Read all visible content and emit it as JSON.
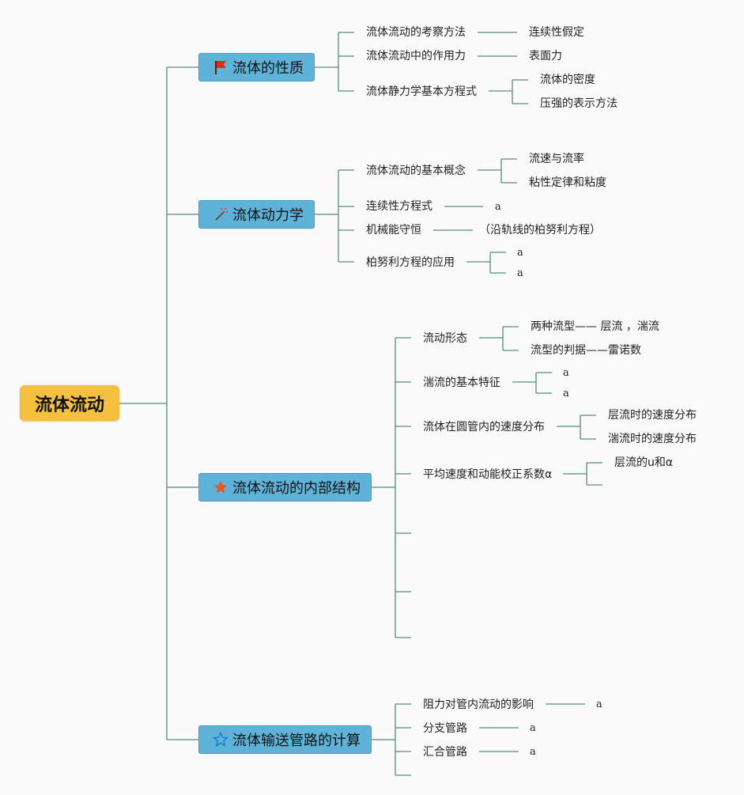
{
  "root": {
    "label": "流体流动"
  },
  "branches": [
    {
      "label": "流体的性质",
      "icon": "red-flag-icon",
      "children": [
        {
          "label": "流体流动的考察方法",
          "leaves": [
            "连续性假定"
          ]
        },
        {
          "label": "流体流动中的作用力",
          "leaves": [
            "表面力"
          ]
        },
        {
          "label": "流体静力学基本方程式",
          "leaves": [
            "流体的密度",
            "压强的表示方法"
          ]
        }
      ]
    },
    {
      "label": "流体动力学",
      "icon": "magic-wand-icon",
      "children": [
        {
          "label": "流体流动的基本概念",
          "leaves": [
            "流速与流率",
            "粘性定律和粘度"
          ]
        },
        {
          "label": "连续性方程式",
          "leaves": [
            "a"
          ]
        },
        {
          "label": "机械能守恒",
          "leaves": [
            "（沿轨线的柏努利方程）"
          ]
        },
        {
          "label": "柏努利方程的应用",
          "leaves": [
            "a",
            "a"
          ]
        }
      ]
    },
    {
      "label": "流体流动的内部结构",
      "icon": "orange-star-icon",
      "children": [
        {
          "label": "流动形态",
          "leaves": [
            "两种流型—— 层流 ，湍流",
            "流型的判据——雷诺数"
          ]
        },
        {
          "label": "湍流的基本特征",
          "leaves": [
            "a",
            "a"
          ]
        },
        {
          "label": "流体在圆管内的速度分布",
          "leaves": [
            "层流时的速度分布",
            "湍流时的速度分布"
          ]
        },
        {
          "label": "平均速度和动能校正系数α",
          "leaves": [
            "层流的u和α"
          ]
        },
        {
          "label": "",
          "leaves": []
        },
        {
          "label": "",
          "leaves": []
        },
        {
          "label": "",
          "leaves": []
        }
      ]
    },
    {
      "label": "流体输送管路的计算",
      "icon": "blue-star-outline-icon",
      "children": [
        {
          "label": "阻力对管内流动的影响",
          "leaves": [
            "a"
          ]
        },
        {
          "label": "分支管路",
          "leaves": [
            "a"
          ]
        },
        {
          "label": "汇合管路",
          "leaves": [
            "a"
          ]
        }
      ]
    }
  ],
  "colors": {
    "line": "#4f8f7f",
    "root_fill": "#f4c03e",
    "main_fill": "#5fb3d9"
  }
}
